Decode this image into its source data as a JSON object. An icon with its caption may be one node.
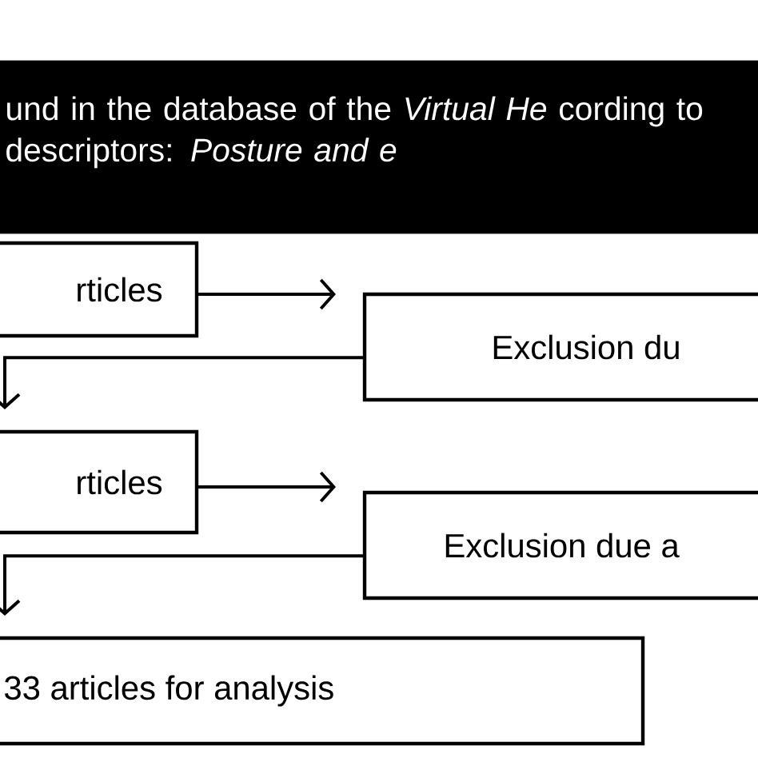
{
  "diagram": {
    "nodes": [
      {
        "text": [
          "und in the database of the *Virtual He* cording to descriptors: *Posture and e*"
        ]
      },
      {
        "text": [
          "rticles"
        ]
      },
      {
        "text": [
          "Exclusion du"
        ]
      },
      {
        "text": [
          "rticles"
        ]
      },
      {
        "text": [
          "Exclusion due a"
        ]
      },
      {
        "text": [
          "33 articles for analysis"
        ]
      }
    ],
    "edges": [
      {
        "from": 1,
        "to": 2,
        "arrow": "to"
      },
      {
        "from": 2,
        "to": 3,
        "arrow": "to"
      },
      {
        "from": 3,
        "to": 4,
        "arrow": "to"
      },
      {
        "from": 4,
        "to": 5,
        "arrow": "to"
      }
    ]
  }
}
